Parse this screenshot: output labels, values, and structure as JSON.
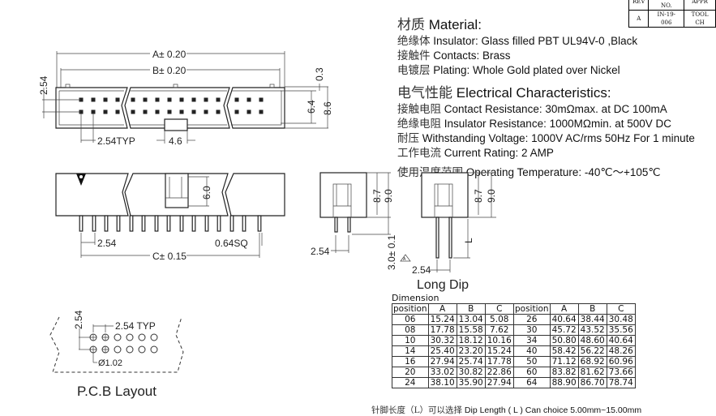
{
  "revision_table": {
    "rows": [
      [
        "A",
        "IN-19-006",
        "TOOL CH"
      ]
    ]
  },
  "material": {
    "heading_cn": "材质",
    "heading_en": "Material:",
    "lines": [
      {
        "cn": "绝缘体",
        "en": "Insulator: Glass filled PBT UL94V-0 ,Black"
      },
      {
        "cn": "接触件",
        "en": "Contacts: Brass"
      },
      {
        "cn": "电镀层",
        "en": "Plating: Whole Gold plated over Nickel"
      }
    ]
  },
  "electrical": {
    "heading_cn": "电气性能",
    "heading_en": "Electrical Characteristics:",
    "lines": [
      {
        "cn": "接触电阻",
        "en": "Contact Resistance: 30mΩmax. at DC 100mA"
      },
      {
        "cn": "绝缘电阻",
        "en": "Insulator Resistance: 1000MΩmin. at 500V DC"
      },
      {
        "cn": "耐压",
        "en": "Withstanding Voltage: 1000V AC/rms 50Hz For 1 minute"
      },
      {
        "cn": "工作电流",
        "en": "Current Rating: 2 AMP"
      }
    ]
  },
  "temperature": {
    "cn": "使用温度范围",
    "en": "Operating Temperature: -40℃～+105℃"
  },
  "top_view": {
    "dim_a": "A± 0.20",
    "dim_b": "B± 0.20",
    "dim_pitch_v": "2.54",
    "dim_pitch_h": "2.54TYP",
    "dim_key": "4.6",
    "dim_03": "0.3",
    "dim_64": "6.4",
    "dim_86": "8.6"
  },
  "front_view": {
    "dim_60": "6.0",
    "dim_pitch": "2.54",
    "dim_sq": "0.64SQ",
    "dim_c": "C± 0.15"
  },
  "side_view": {
    "dim_87": "8.7",
    "dim_90": "9.0",
    "dim_pitch": "2.54",
    "dim_tail": "3.0± 0.1",
    "rev_mark": "A"
  },
  "long_dip": {
    "dim_87": "8.7",
    "dim_90": "9.0",
    "dim_l": "L",
    "dim_pitch": "2.54",
    "label": "Long Dip"
  },
  "pcb_layout": {
    "dim_pitch_v": "2.54",
    "dim_pitch_h": "2.54 TYP",
    "dim_hole": "Ø1.02",
    "label": "P.C.B Layout"
  },
  "dimension_table": {
    "title": "Dimension",
    "headers": [
      "position",
      "A",
      "B",
      "C"
    ],
    "left_rows": [
      [
        "06",
        "15.24",
        "13.04",
        "5.08"
      ],
      [
        "08",
        "17.78",
        "15.58",
        "7.62"
      ],
      [
        "10",
        "30.32",
        "18.12",
        "10.16"
      ],
      [
        "14",
        "25.40",
        "23.20",
        "15.24"
      ],
      [
        "16",
        "27.94",
        "25.74",
        "17.78"
      ],
      [
        "20",
        "33.02",
        "30.82",
        "22.86"
      ],
      [
        "24",
        "38.10",
        "35.90",
        "27.94"
      ]
    ],
    "right_rows": [
      [
        "26",
        "40.64",
        "38.44",
        "30.48"
      ],
      [
        "30",
        "45.72",
        "43.52",
        "35.56"
      ],
      [
        "34",
        "50.80",
        "48.60",
        "40.64"
      ],
      [
        "40",
        "58.42",
        "56.22",
        "48.26"
      ],
      [
        "50",
        "71.12",
        "68.92",
        "60.96"
      ],
      [
        "60",
        "83.82",
        "81.62",
        "73.66"
      ],
      [
        "64",
        "88.90",
        "86.70",
        "78.74"
      ]
    ]
  },
  "footnote": {
    "cn": "针脚长度（L）可以选择",
    "en": "Dip Length ( L ) Can choice 5.00mm~15.00mm"
  }
}
